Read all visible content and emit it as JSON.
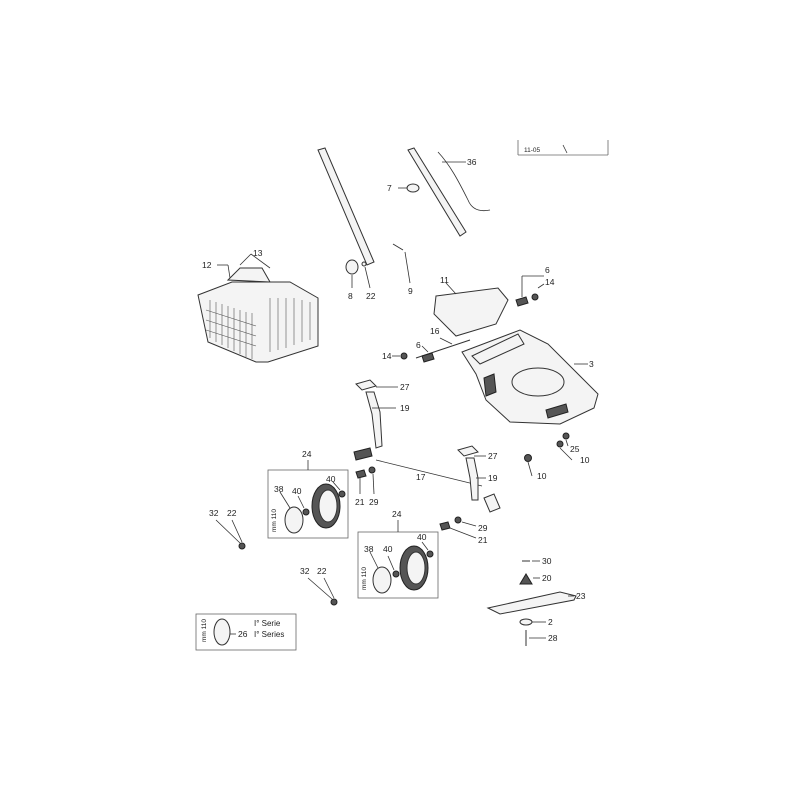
{
  "header": {
    "code": "11-05"
  },
  "callouts": {
    "p36": "36",
    "p7": "7",
    "p12": "12",
    "p13": "13",
    "p8": "8",
    "p22a": "22",
    "p9": "9",
    "p11": "11",
    "p6a": "6",
    "p14a": "14",
    "p16": "16",
    "p6b": "6",
    "p14b": "14",
    "p3": "3",
    "p27a": "27",
    "p19a": "19",
    "p25": "25",
    "p10a": "10",
    "p10b": "10",
    "p24a": "24",
    "p17": "17",
    "p27b": "27",
    "p38a": "38",
    "p40a": "40",
    "p40b": "40",
    "p21a": "21",
    "p29a": "29",
    "p19b": "19",
    "p32a": "32",
    "p22b": "22",
    "p24b": "24",
    "p29b": "29",
    "p21b": "21",
    "p38b": "38",
    "p40c": "40",
    "p40d": "40",
    "p30": "30",
    "p20": "20",
    "p32b": "32",
    "p22c": "22",
    "p23": "23",
    "p2": "2",
    "p28": "28",
    "p26": "26"
  },
  "legend": {
    "serie_it": "I° Serie",
    "serie_en": "I° Series"
  },
  "dim_labels": {
    "d1": "mm 110",
    "d2": "mm 110",
    "d3": "mm 110"
  }
}
